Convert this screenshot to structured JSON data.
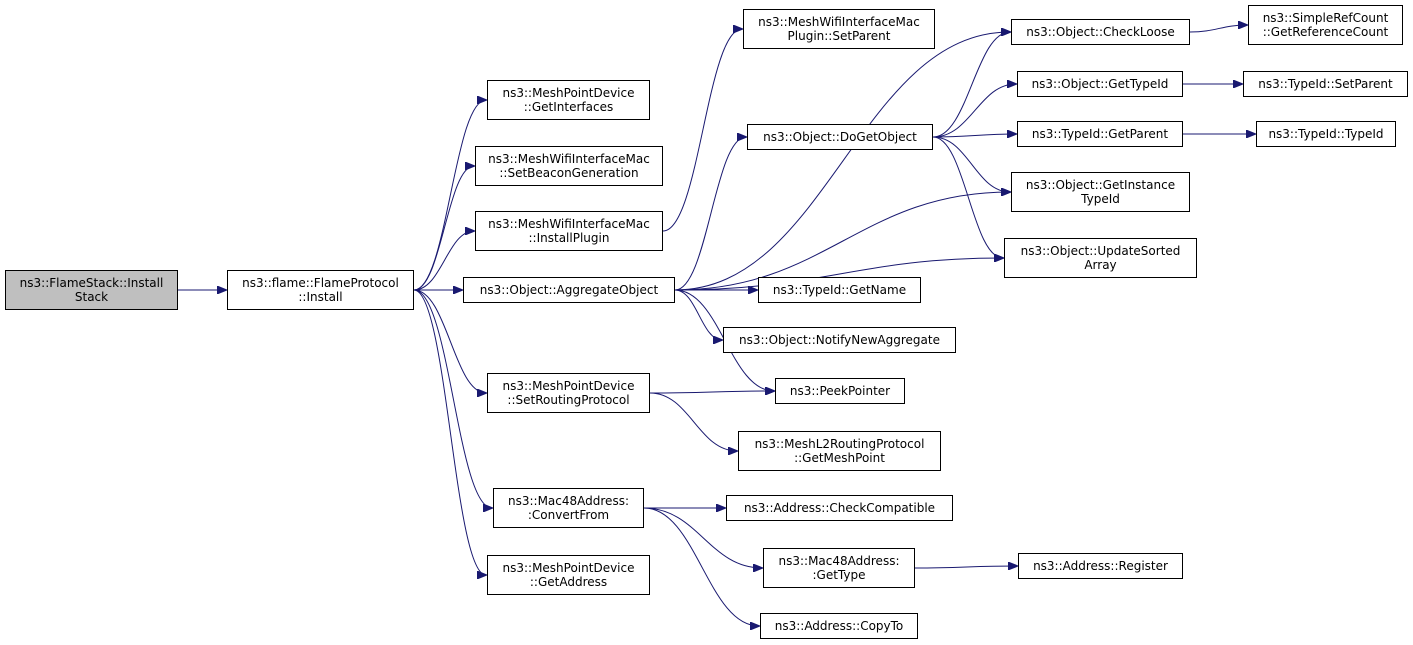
{
  "nodes": [
    {
      "id": "root",
      "lines": [
        "ns3::FlameStack::Install",
        "Stack"
      ],
      "root": true
    },
    {
      "id": "install",
      "lines": [
        "ns3::flame::FlameProtocol",
        "::Install"
      ]
    },
    {
      "id": "getifaces",
      "lines": [
        "ns3::MeshPointDevice",
        "::GetInterfaces"
      ]
    },
    {
      "id": "setbeacon",
      "lines": [
        "ns3::MeshWifiInterfaceMac",
        "::SetBeaconGeneration"
      ]
    },
    {
      "id": "installplugin",
      "lines": [
        "ns3::MeshWifiInterfaceMac",
        "::InstallPlugin"
      ]
    },
    {
      "id": "aggregate",
      "lines": [
        "ns3::Object::AggregateObject"
      ]
    },
    {
      "id": "setrouting",
      "lines": [
        "ns3::MeshPointDevice",
        "::SetRoutingProtocol"
      ]
    },
    {
      "id": "convertfrom",
      "lines": [
        "ns3::Mac48Address:",
        ":ConvertFrom"
      ]
    },
    {
      "id": "getaddress",
      "lines": [
        "ns3::MeshPointDevice",
        "::GetAddress"
      ]
    },
    {
      "id": "pluginsetparent",
      "lines": [
        "ns3::MeshWifiInterfaceMac",
        "Plugin::SetParent"
      ]
    },
    {
      "id": "dogetobject",
      "lines": [
        "ns3::Object::DoGetObject"
      ]
    },
    {
      "id": "getname",
      "lines": [
        "ns3::TypeId::GetName"
      ]
    },
    {
      "id": "notifynew",
      "lines": [
        "ns3::Object::NotifyNewAggregate"
      ]
    },
    {
      "id": "peekpointer",
      "lines": [
        "ns3::PeekPointer"
      ]
    },
    {
      "id": "getmeshpoint",
      "lines": [
        "ns3::MeshL2RoutingProtocol",
        "::GetMeshPoint"
      ]
    },
    {
      "id": "checkcompat",
      "lines": [
        "ns3::Address::CheckCompatible"
      ]
    },
    {
      "id": "gettype",
      "lines": [
        "ns3::Mac48Address:",
        ":GetType"
      ]
    },
    {
      "id": "copyto",
      "lines": [
        "ns3::Address::CopyTo"
      ]
    },
    {
      "id": "checkloose",
      "lines": [
        "ns3::Object::CheckLoose"
      ]
    },
    {
      "id": "gettypeid",
      "lines": [
        "ns3::Object::GetTypeId"
      ]
    },
    {
      "id": "getparent",
      "lines": [
        "ns3::TypeId::GetParent"
      ]
    },
    {
      "id": "getinstancetypeid",
      "lines": [
        "ns3::Object::GetInstance",
        "TypeId"
      ]
    },
    {
      "id": "updatesorted",
      "lines": [
        "ns3::Object::UpdateSorted",
        "Array"
      ]
    },
    {
      "id": "register",
      "lines": [
        "ns3::Address::Register"
      ]
    },
    {
      "id": "getrefcount",
      "lines": [
        "ns3::SimpleRefCount",
        "::GetReferenceCount"
      ]
    },
    {
      "id": "typeidsetparent",
      "lines": [
        "ns3::TypeId::SetParent"
      ]
    },
    {
      "id": "typeid",
      "lines": [
        "ns3::TypeId::TypeId"
      ]
    }
  ],
  "edges": [
    [
      "root",
      "install"
    ],
    [
      "install",
      "getifaces"
    ],
    [
      "install",
      "setbeacon"
    ],
    [
      "install",
      "installplugin"
    ],
    [
      "install",
      "aggregate"
    ],
    [
      "install",
      "setrouting"
    ],
    [
      "install",
      "convertfrom"
    ],
    [
      "install",
      "getaddress"
    ],
    [
      "installplugin",
      "pluginsetparent"
    ],
    [
      "aggregate",
      "dogetobject"
    ],
    [
      "aggregate",
      "checkloose"
    ],
    [
      "aggregate",
      "getinstancetypeid"
    ],
    [
      "aggregate",
      "updatesorted"
    ],
    [
      "aggregate",
      "getname"
    ],
    [
      "aggregate",
      "notifynew"
    ],
    [
      "aggregate",
      "peekpointer"
    ],
    [
      "setrouting",
      "peekpointer"
    ],
    [
      "setrouting",
      "getmeshpoint"
    ],
    [
      "convertfrom",
      "checkcompat"
    ],
    [
      "convertfrom",
      "gettype"
    ],
    [
      "convertfrom",
      "copyto"
    ],
    [
      "gettype",
      "register"
    ],
    [
      "dogetobject",
      "checkloose"
    ],
    [
      "dogetobject",
      "gettypeid"
    ],
    [
      "dogetobject",
      "getparent"
    ],
    [
      "dogetobject",
      "getinstancetypeid"
    ],
    [
      "dogetobject",
      "updatesorted"
    ],
    [
      "checkloose",
      "getrefcount"
    ],
    [
      "gettypeid",
      "typeidsetparent"
    ],
    [
      "getparent",
      "typeid"
    ]
  ],
  "colors": {
    "edge": "#191970",
    "root_fill": "#bfbfbf",
    "node_fill": "#ffffff",
    "border": "#000000"
  }
}
